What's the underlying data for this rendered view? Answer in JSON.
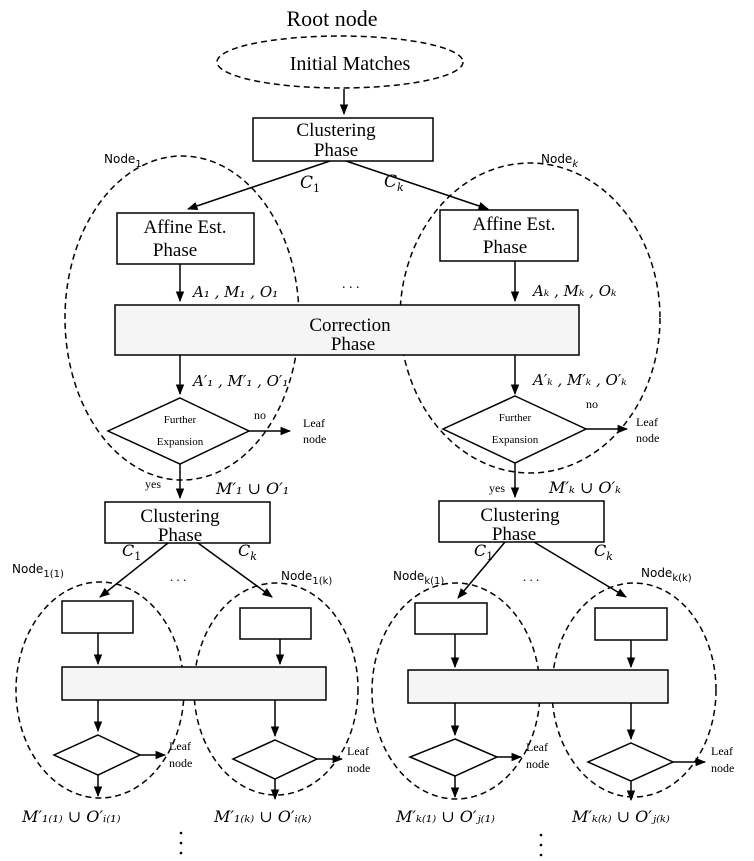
{
  "root": {
    "title": "Root node",
    "label": "Initial Matches"
  },
  "phases": {
    "clustering_line1": "Clustering",
    "clustering_line2": "Phase",
    "affine_line1": "Affine Est.",
    "affine_line2": "Phase",
    "correction_line1": "Correction",
    "correction_line2": "Phase",
    "further_line1": "Further",
    "further_line2": "Expansion"
  },
  "nodes": {
    "node_1": "Node",
    "node_1_sub": "1",
    "node_k": "Node",
    "node_k_sub": "k",
    "node_1_1": "Node",
    "node_1_1_sub": "1(1)",
    "node_1_k": "Node",
    "node_1_k_sub": "1(k)",
    "node_k_1": "Node",
    "node_k_1_sub": "k(1)",
    "node_k_k": "Node",
    "node_k_k_sub": "k(k)"
  },
  "edges": {
    "c1": "C",
    "c1_sub": "1",
    "ck": "C",
    "ck_sub": "k",
    "yes": "yes",
    "no": "no",
    "leaf_line1": "Leaf",
    "leaf_line2": "node",
    "dots": ". . ."
  },
  "math": {
    "left_after_affine": "A₁ , M₁ , O₁",
    "right_after_affine": "Aₖ , Mₖ , Oₖ",
    "left_after_correction": "A′₁ , M′₁ , O′₁",
    "right_after_correction": "A′ₖ , M′ₖ , O′ₖ",
    "left_union": "M′₁ ∪ O′₁",
    "right_union": "M′ₖ ∪ O′ₖ",
    "out_1_1": "M′₁₍₁₎ ∪ O′ᵢ₍₁₎",
    "out_1_k": "M′₁₍ₖ₎ ∪ O′ᵢ₍ₖ₎",
    "out_k_1": "M′ₖ₍₁₎ ∪ O′ⱼ₍₁₎",
    "out_k_k": "M′ₖ₍ₖ₎ ∪ O′ⱼ₍ₖ₎"
  }
}
